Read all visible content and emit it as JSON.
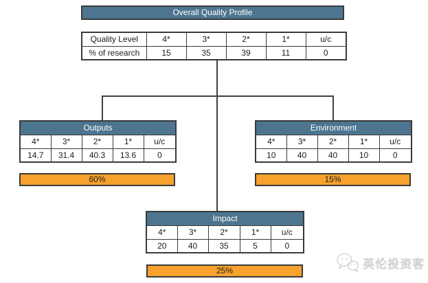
{
  "diagram": {
    "overall": {
      "title": "Overall Quality Profile",
      "table": {
        "row1_label": "Quality Level",
        "row2_label": "% of research",
        "levels": [
          "4*",
          "3*",
          "2*",
          "1*",
          "u/c"
        ],
        "values": [
          "15",
          "35",
          "39",
          "11",
          "0"
        ]
      }
    },
    "outputs": {
      "title": "Outputs",
      "levels": [
        "4*",
        "3*",
        "2*",
        "1*",
        "u/c"
      ],
      "values": [
        "14.7",
        "31.4",
        "40.3",
        "13.6",
        "0"
      ],
      "weight": "60%"
    },
    "environment": {
      "title": "Environment",
      "levels": [
        "4*",
        "3*",
        "2*",
        "1*",
        "u/c"
      ],
      "values": [
        "10",
        "40",
        "40",
        "10",
        "0"
      ],
      "weight": "15%"
    },
    "impact": {
      "title": "Impact",
      "levels": [
        "4*",
        "3*",
        "2*",
        "1*",
        "u/c"
      ],
      "values": [
        "20",
        "40",
        "35",
        "5",
        "0"
      ],
      "weight": "25%"
    },
    "watermark": {
      "text": "英伦投资客",
      "icon": "wechat-icon"
    },
    "colors": {
      "header_bg": "#4d7590",
      "weight_bar_bg": "#f6a22d",
      "border": "#3a3a3a",
      "watermark_gray": "#d2d2d2"
    }
  }
}
